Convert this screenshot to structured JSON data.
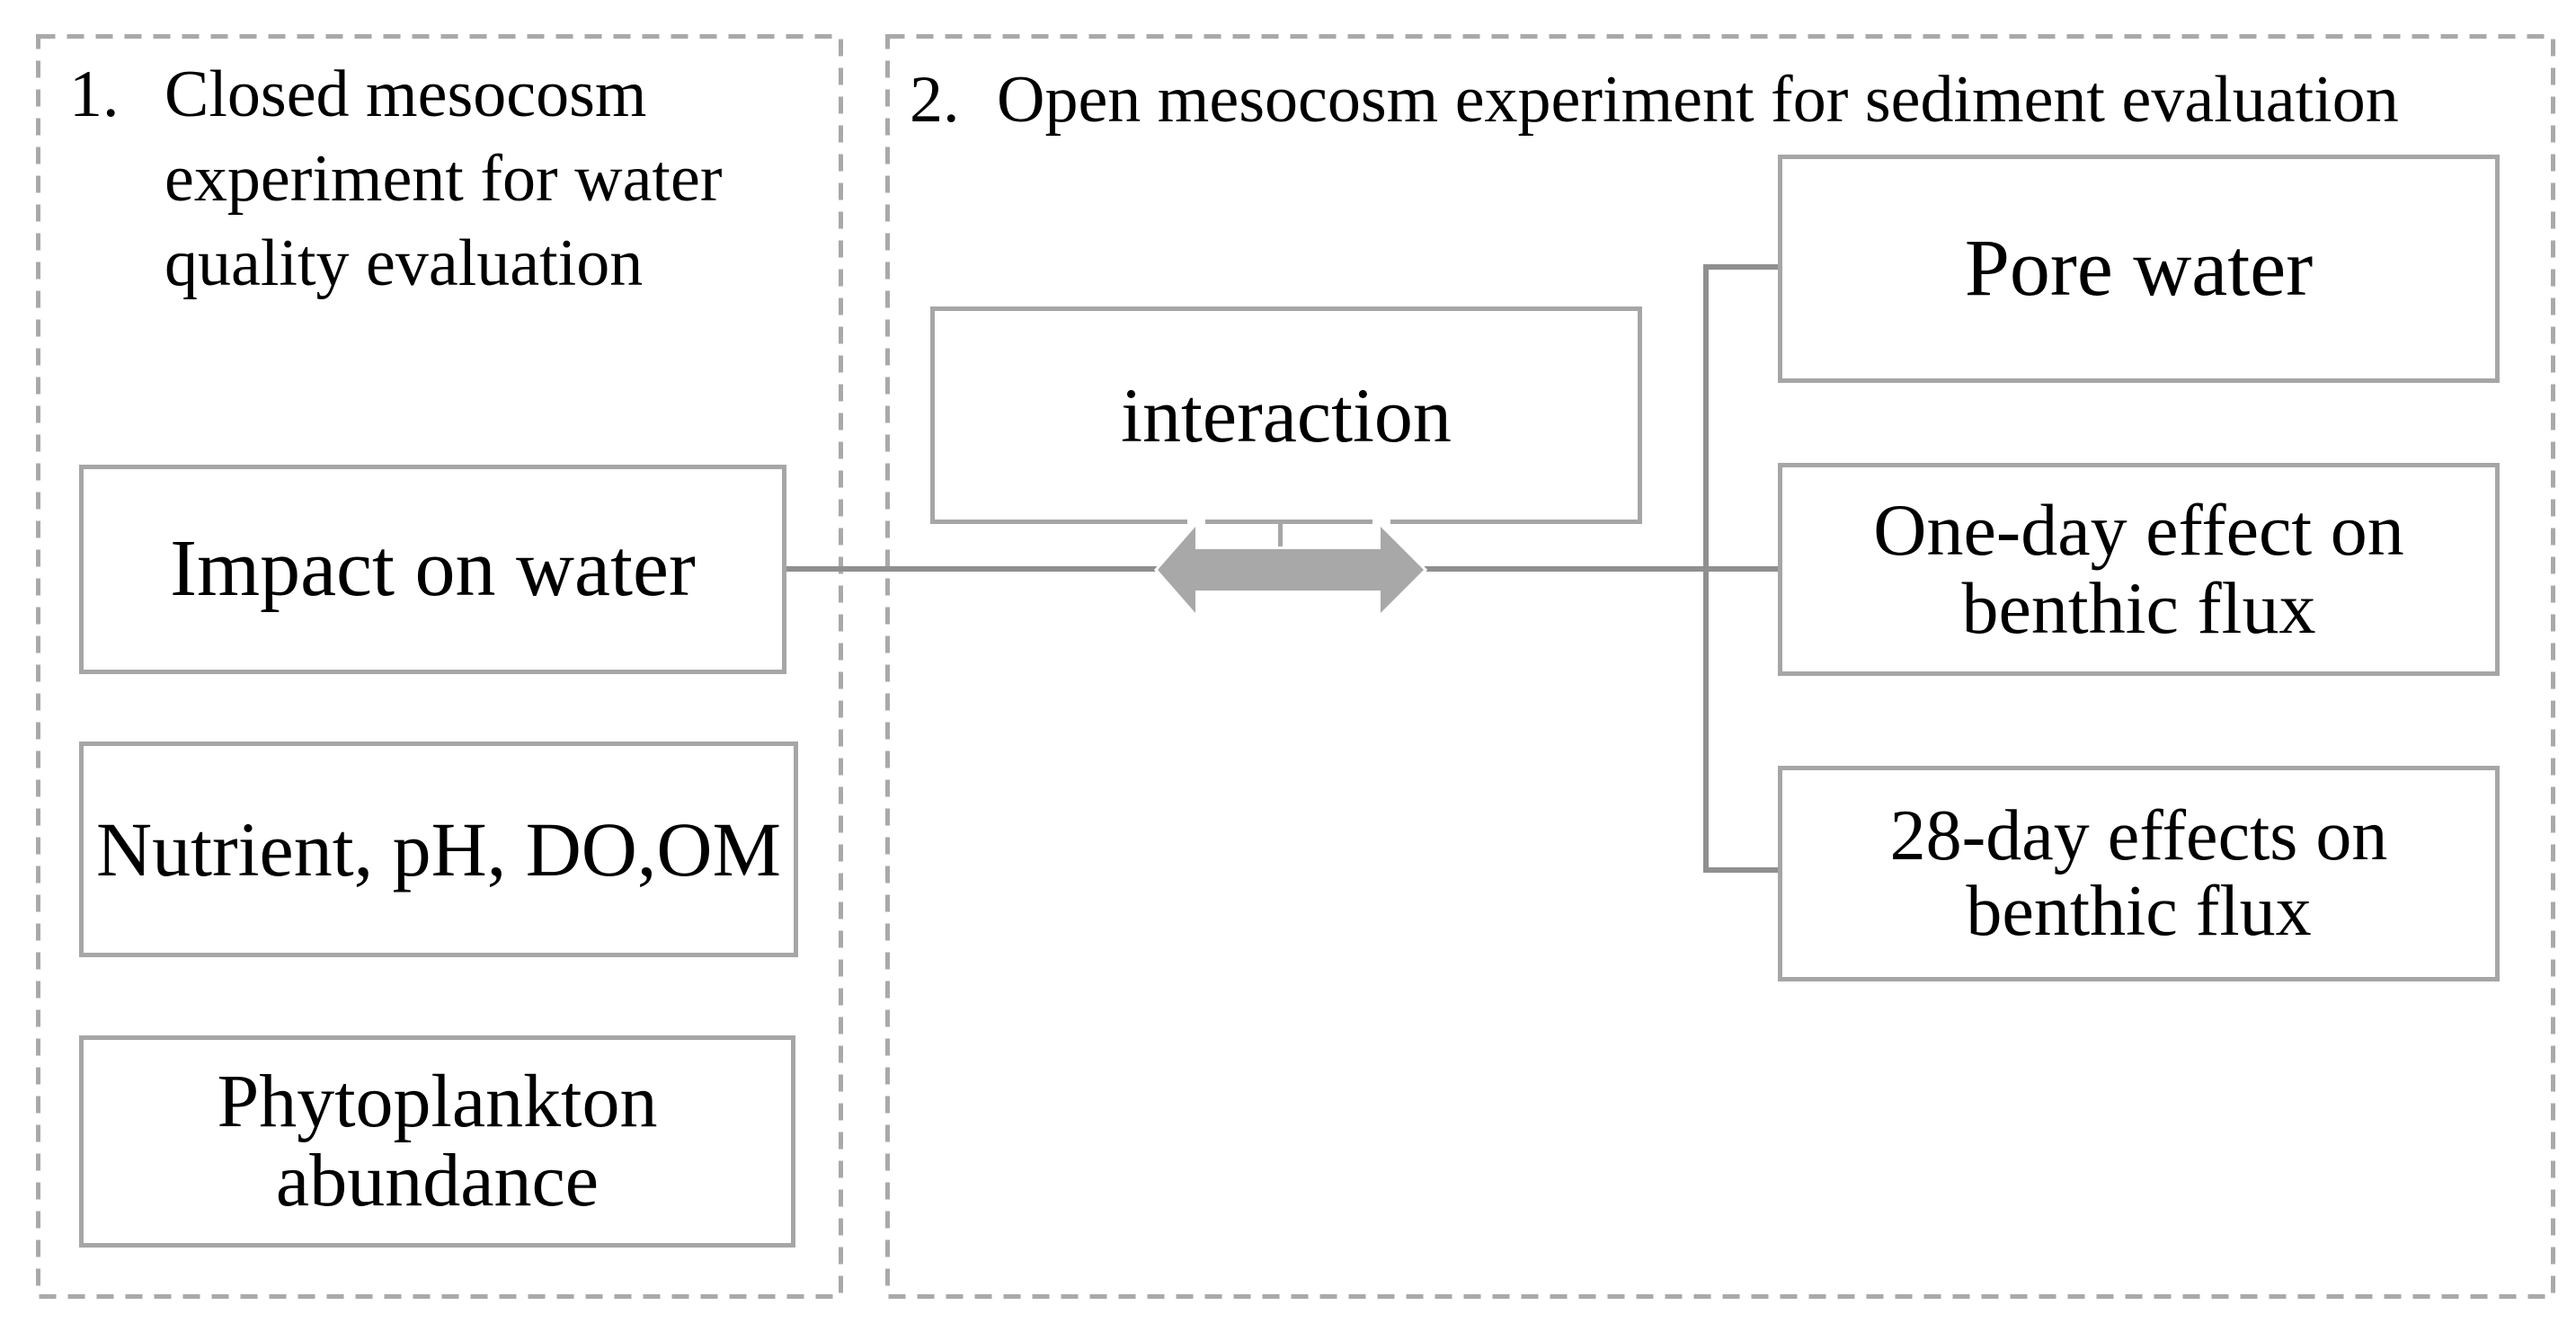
{
  "figure": {
    "type": "flow-diagram",
    "background": "#ffffff"
  },
  "colors": {
    "dashed_border": "#a9a9a9",
    "box_border": "#a6a6a6",
    "connector_line": "#8f8f8f",
    "arrow_fill": "#a8a8a8",
    "text": "#000000"
  },
  "panel1": {
    "number": "1.",
    "title": "Closed mesocosm experiment for water quality evaluation",
    "boxes": [
      {
        "label": "Impact on water"
      },
      {
        "label": "Nutrient, pH, DO,OM"
      },
      {
        "label": "Phytoplankton abundance"
      }
    ]
  },
  "panel2": {
    "number": "2.",
    "title": "Open mesocosm experiment for sediment evaluation",
    "interaction_label": "interaction",
    "boxes": [
      {
        "label": "Pore water"
      },
      {
        "label": "One-day effect on benthic flux"
      },
      {
        "label": "28-day effects on benthic flux"
      }
    ]
  },
  "connector": {
    "arrow_icon": "double-headed-arrow",
    "links": "Impact on water <-> interaction -> Pore water / One-day effect on benthic flux / 28-day effects on benthic flux"
  }
}
